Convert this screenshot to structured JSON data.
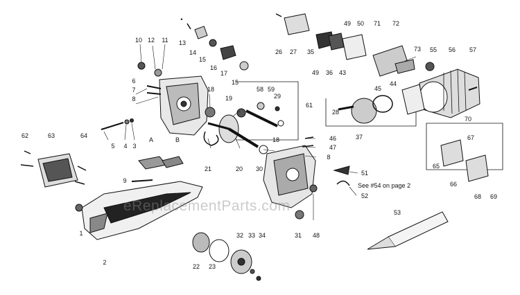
{
  "watermark": "eReplacementParts.com",
  "note": "See #54 on page 2",
  "labels": {
    "n1": "1",
    "n2": "2",
    "n3": "3",
    "n4": "4",
    "n5": "5",
    "n6": "6",
    "n7": "7",
    "n8a": "8",
    "n8b": "8",
    "n9": "9",
    "n10": "10",
    "n11": "11",
    "n12": "12",
    "n13": "13",
    "n14": "14",
    "n15a": "15",
    "n15b": "15",
    "n16": "16",
    "n17": "17",
    "n18a": "18",
    "n18b": "18",
    "n19": "19",
    "n20": "20",
    "n21": "21",
    "n22": "22",
    "n23": "23",
    "n26": "26",
    "n27": "27",
    "n28": "28",
    "n29": "29",
    "n30": "30",
    "n31": "31",
    "n32": "32",
    "n33": "33",
    "n34": "34",
    "n35": "35",
    "n36": "36",
    "n37": "37",
    "n43": "43",
    "n44": "44",
    "n45": "45",
    "n46": "46",
    "n47": "47",
    "n48": "48",
    "n49a": "49",
    "n49b": "49",
    "n50": "50",
    "n51": "51",
    "n52": "52",
    "n53": "53",
    "n55": "55",
    "n56": "56",
    "n57": "57",
    "n58": "58",
    "n59": "59",
    "n61": "61",
    "n62": "62",
    "n63": "63",
    "n64": "64",
    "n65": "65",
    "n66": "66",
    "n67": "67",
    "n68": "68",
    "n69": "69",
    "n70": "70",
    "n71": "71",
    "n72": "72",
    "n73": "73",
    "nA": "A",
    "nB": "B"
  }
}
